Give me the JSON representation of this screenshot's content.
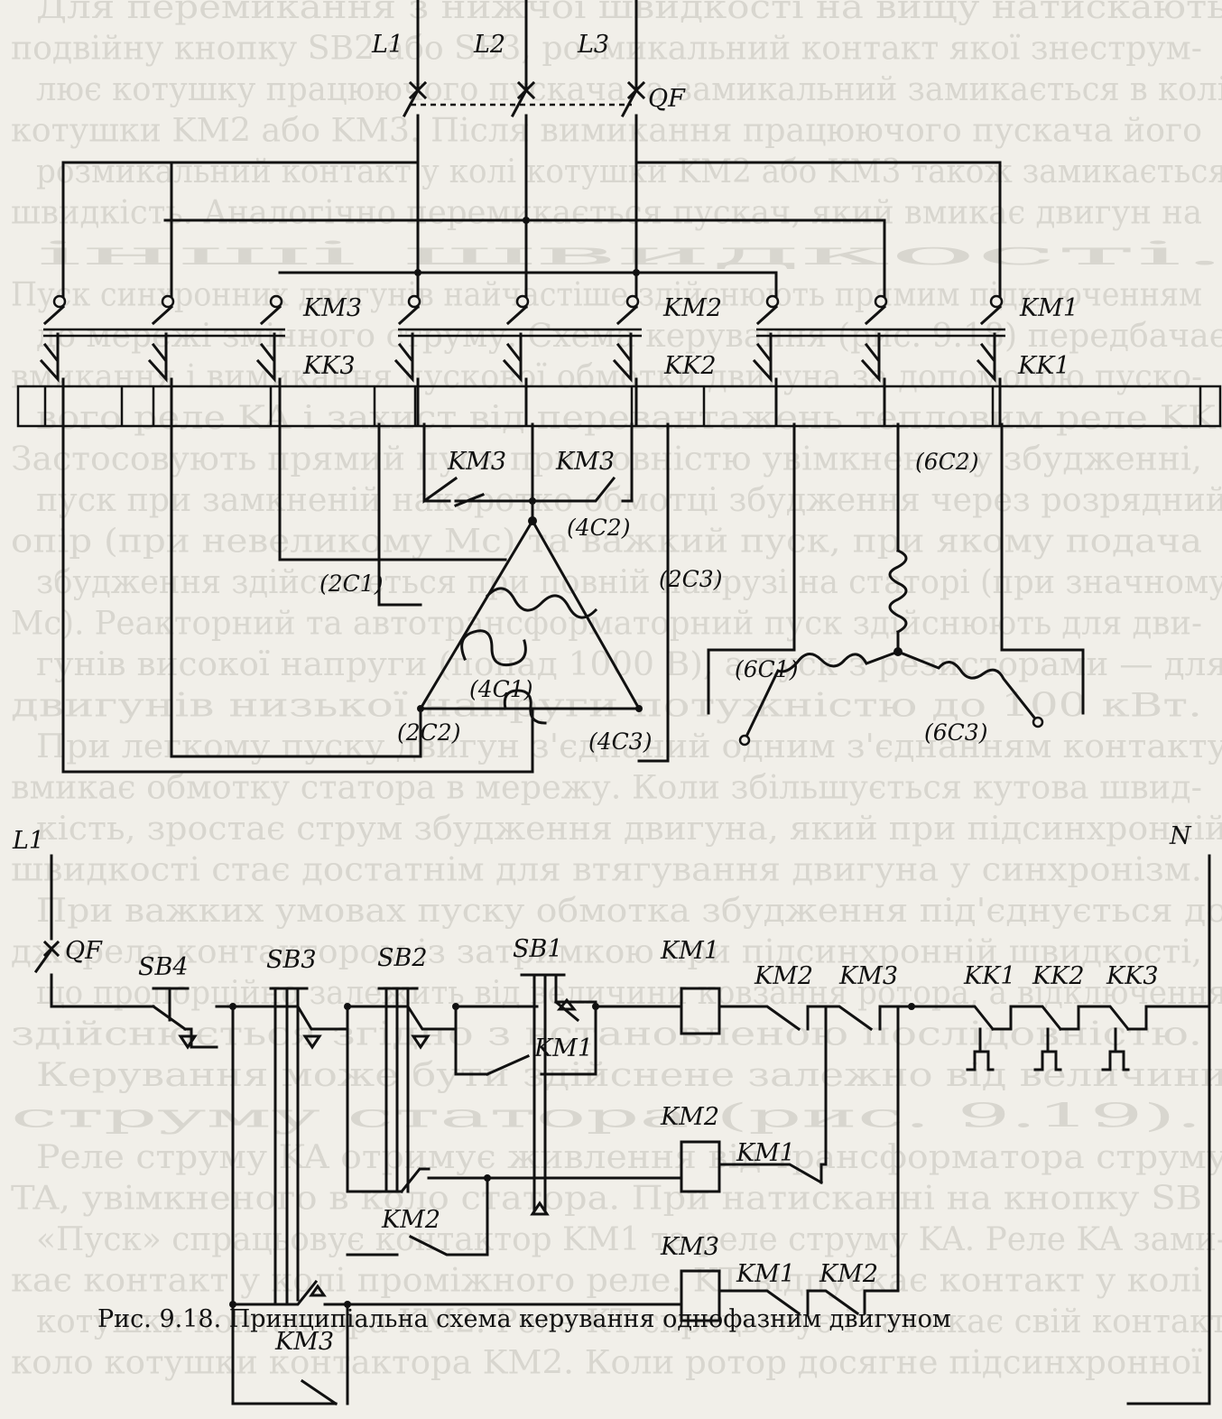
{
  "background_text": [
    "Для перемикання з нижчої швидкості на вищу натискають",
    "подвійну кнопку SB2 або SB3, розмикальний контакт якої знеструм-",
    "лює котушку працюючого пускача, а замикальний замикається в колі",
    "котушки KM2 або KM3. Після вимикання працюючого пускача його",
    "розмикальний контакт у колі котушки KM2 або KM3 також замикається",
    "швидкість. Аналогічно перемикається пускач, який вмикає двигун на",
    "інші швидкості.",
    "Пуск синхронних двигунів найчастіше здійснюють прямим підключенням",
    "до мережі змінного струму. Схема керування (рис. 9.18) передбачає",
    "вмикання і вимикання пускової обмотки двигуна за допомогою пуско-",
    "вого реле KA і захист від перевантажень тепловим реле KK.",
    "Застосовують прямий пуск при повністю увімкненому збудженні,",
    "пуск при замкненій накоротко обмотці збудження через розрядний",
    "опір (при невеликому Mc) та важкий пуск, при якому подача",
    "збудження здійснюється при повній напрузі на статорі (при значному",
    "Mc). Реакторний та автотрансформаторний пуск здійснюють для дви-",
    "гунів високої напруги (понад 1000 В), а пуск з резисторами — для",
    "двигунів низької напруги потужністю до 100 кВт.",
    "При легкому пуску двигун з'єднаний одним з'єднанням контакту",
    "вмикає обмотку статора в мережу. Коли збільшується кутова швид-",
    "кість, зростає струм збудження двигуна, який при підсинхронній",
    "швидкості стає достатнім для втягування двигуна у синхронізм.",
    "При важких умовах пуску обмотка збудження під'єднується до",
    "джерела контактором із затримкою при підсинхронній швидкості,",
    "що пропорційно залежить від величини ковзання ротора, а відключення",
    "здійснюється згідно з встановленою послідовністю.",
    "Керування може бути здійснене залежно від величини",
    "струму статора (рис. 9.19).",
    "Реле струму KA отримує живлення від трансформатора струму",
    "TA, увімкненого в коло статора. При натисканні на кнопку SB",
    "«Пуск» спрацьовує контактор KM1 та реле струму KA. Реле KA зами-",
    "кає контакт у колі проміжного реле. KT відпускає контакт у колі",
    "котушки контактора KM2. Реле KT спрацьовує і замикає свій контакт",
    "коло котушки контактора KM2. Коли ротор досягне підсинхронної"
  ],
  "power_circuit": {
    "phases": [
      "L1",
      "L2",
      "L3"
    ],
    "breaker": "QF",
    "contactors": [
      "KM3",
      "KM2",
      "KM1"
    ],
    "thermal_relays": [
      "KK3",
      "KK2",
      "KK1"
    ],
    "extra_contacts": [
      "KM3",
      "KM3"
    ],
    "delta_winding_terminals": [
      "(4C2)",
      "(2C1)",
      "(2C3)",
      "(4C1)",
      "(2C2)",
      "(4C3)"
    ],
    "star_winding_terminals": [
      "(6C2)",
      "(6C1)",
      "(6C3)"
    ]
  },
  "control_circuit": {
    "supply_left": "L1",
    "supply_right": "N",
    "breaker": "QF",
    "buttons": [
      "SB4",
      "SB3",
      "SB2",
      "SB1"
    ],
    "coil_row1": {
      "coil": "KM1",
      "interlocks": [
        "KM2",
        "KM3"
      ],
      "hold": "KM1"
    },
    "coil_row2": {
      "coil": "KM2",
      "interlocks": [
        "KM1"
      ],
      "hold": "KM2"
    },
    "coil_row3": {
      "coil": "KM3",
      "interlocks": [
        "KM1",
        "KM2"
      ],
      "hold": "KM3"
    },
    "overload_contacts": [
      "KK1",
      "KK2",
      "KK3"
    ]
  },
  "caption": "Рис. 9.18. Принципіальна схема керування однофазним двигуном"
}
